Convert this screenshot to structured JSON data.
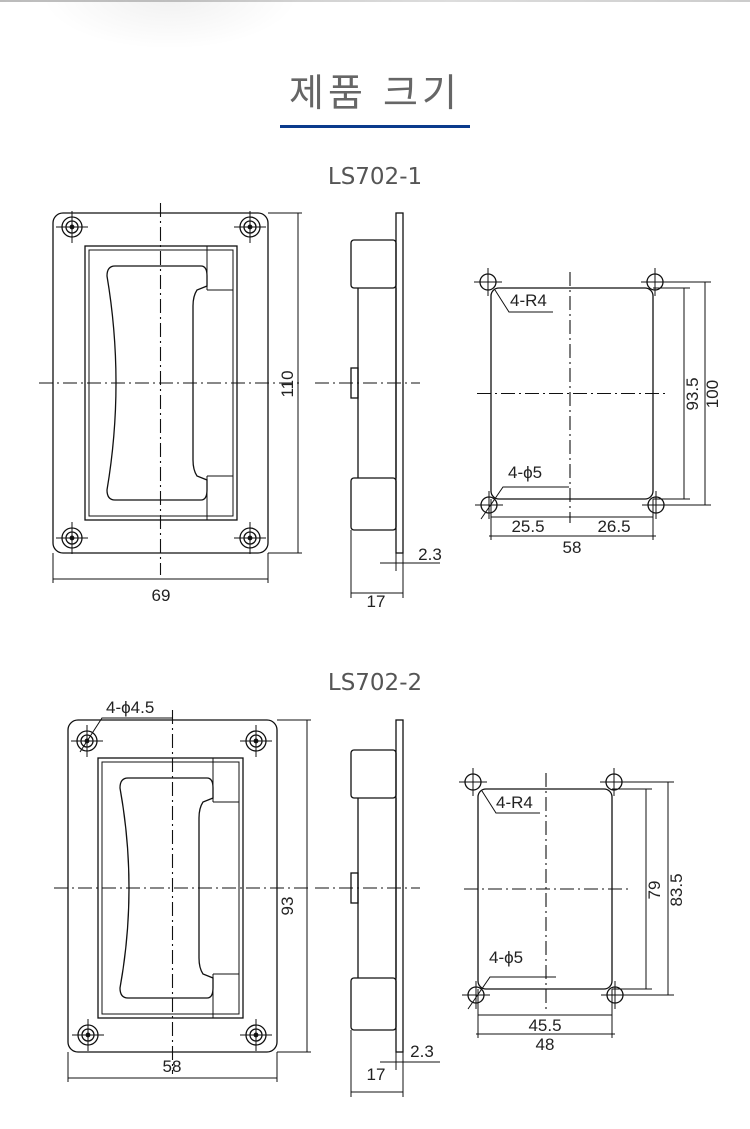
{
  "page": {
    "title": "제품 크기",
    "accent_color": "#0b3b8c"
  },
  "models": [
    {
      "name": "LS702-1",
      "dims": {
        "width": "69",
        "height": "110",
        "depth": "17",
        "plate": "2.3",
        "cut_radius": "4-R4",
        "cut_holes": "4-ϕ5",
        "cut_left": "25.5",
        "cut_right": "26.5",
        "cut_total": "58",
        "cut_inner_h": "93.5",
        "cut_outer_h": "100"
      }
    },
    {
      "name": "LS702-2",
      "dims": {
        "width": "58",
        "height": "93",
        "depth": "17",
        "plate": "2.3",
        "holes": "4-ϕ4.5",
        "cut_radius": "4-R4",
        "cut_holes": "4-ϕ5",
        "cut_inner_w": "45.5",
        "cut_outer_w": "48",
        "cut_inner_h": "79",
        "cut_outer_h": "83.5"
      }
    }
  ]
}
